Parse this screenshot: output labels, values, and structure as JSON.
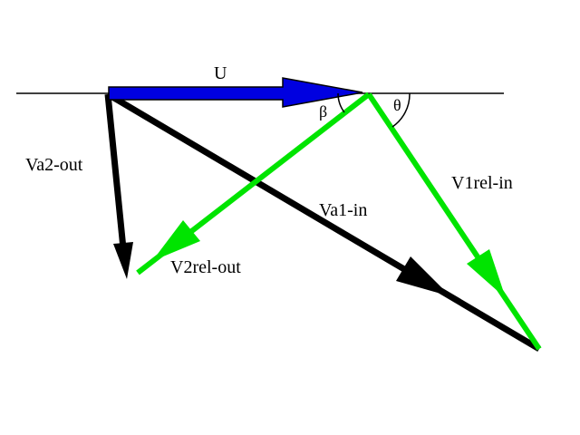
{
  "diagram": {
    "labels": {
      "u": "U",
      "beta": "β",
      "theta": "θ",
      "va2_out": "Va2-out",
      "v1rel_in": "V1rel-in",
      "va1_in": "Va1-in",
      "v2rel_out": "V2rel-out"
    },
    "colors": {
      "blade_speed_arrow": "#0000e0",
      "relative_velocity_arrows": "#00e400",
      "absolute_velocity_arrows": "#000000",
      "reference_line": "#000000",
      "label_text": "#000000",
      "background": "#ffffff"
    }
  }
}
